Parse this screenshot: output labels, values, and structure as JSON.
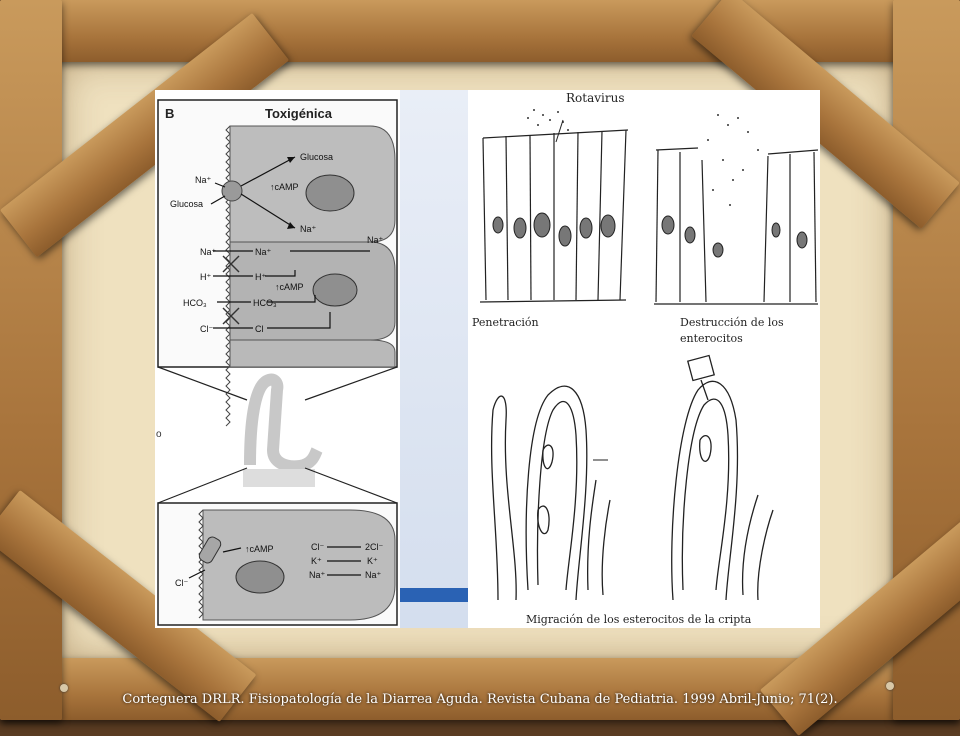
{
  "left_panel": {
    "panel_letter": "B",
    "title": "Toxigénica",
    "upper": {
      "glucosa_right": "Glucosa",
      "na_left_top": "Na⁺",
      "glucosa_left": "Glucosa",
      "camp_1": "↑cAMP",
      "na_right_1": "Na⁺",
      "na_far_right": "Na⁺",
      "na_left_2": "Na⁺",
      "na_right_2": "Na⁺",
      "h_left": "H⁺",
      "h_right": "H⁺",
      "camp_2": "↑cAMP",
      "hco3_left": "HCO₃",
      "hco3_right": "HCO₃",
      "cl_left": "Cl⁻",
      "cl_right": "Cl"
    },
    "lower": {
      "camp": "↑cAMP",
      "cl_out": "Cl⁻",
      "cl_in": "Cl⁻",
      "two_cl": "2Cl⁻",
      "k_in": "K⁺",
      "k_out": "K⁺",
      "na_in": "Na⁺",
      "na_out": "Na⁺"
    },
    "edge_mark": "o"
  },
  "right_panel": {
    "top_label": "Rotavirus",
    "label_penetration": "Penetración",
    "label_destruction_1": "Destrucción de los",
    "label_destruction_2": "enterocitos",
    "label_migration": "Migración de los esterocitos de la cripta"
  },
  "caption": "Corteguera DRLR. Fisiopatología de la Diarrea Aguda. Revista Cubana de Pediatria. 1999 Abril-Junio; 71(2)."
}
